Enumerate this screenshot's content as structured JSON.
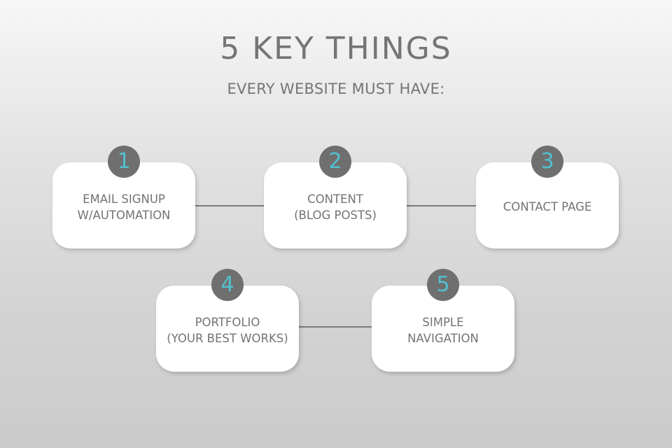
{
  "header": {
    "title": "5 KEY THINGS",
    "subtitle": "EVERY WEBSITE MUST HAVE:"
  },
  "items": [
    {
      "number": "1",
      "label": "EMAIL SIGNUP\nW/AUTOMATION"
    },
    {
      "number": "2",
      "label": "CONTENT\n(BLOG POSTS)"
    },
    {
      "number": "3",
      "label": "CONTACT PAGE"
    },
    {
      "number": "4",
      "label": "PORTFOLIO\n(YOUR BEST WORKS)"
    },
    {
      "number": "5",
      "label": "SIMPLE\nNAVIGATION"
    }
  ],
  "colors": {
    "badge_background": "#6f6f6f",
    "badge_number": "#52c0cf",
    "text": "#757575",
    "card": "#ffffff"
  }
}
